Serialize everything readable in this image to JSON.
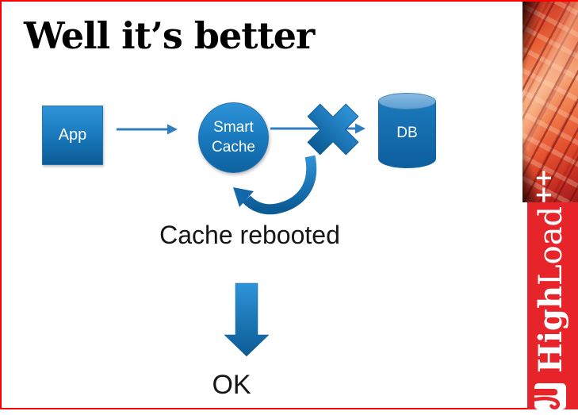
{
  "slide": {
    "title": "Well it’s better",
    "nodes": {
      "app": "App",
      "cache": "Smart Cache",
      "db": "DB"
    },
    "captions": {
      "rebooted": "Cache rebooted",
      "ok": "OK"
    }
  },
  "sidebar": {
    "brand": {
      "high": "High",
      "load": "Load",
      "plusplus": "++"
    }
  },
  "icons": {
    "blocked-x-icon": "thick blue diagonal cross over cache-to-db arrow",
    "reboot-loop-arrow-icon": "curved arrow looping back into cache",
    "down-arrow-icon": "thick blue downward block arrow",
    "flow-arrow": "thin blue right arrow connector",
    "highload-logo-icon": "white rounded square with red glyph"
  },
  "colors": {
    "accent_blue_light": "#2f93d8",
    "accent_blue_dark": "#0b5b95",
    "connector_blue": "#2f7ec0",
    "brand_red": "#e7242a",
    "frame_red": "#fe0000",
    "title_black": "#000000"
  }
}
